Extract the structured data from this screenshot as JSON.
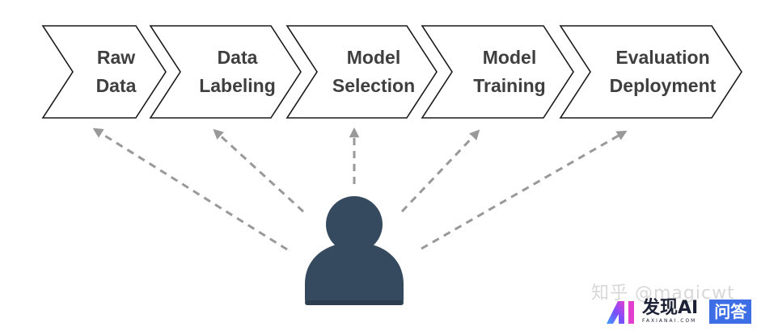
{
  "diagram": {
    "title": "",
    "steps": [
      {
        "id": "raw-data",
        "lines": [
          "Raw",
          "Data"
        ]
      },
      {
        "id": "data-labeling",
        "lines": [
          "Data",
          "Labeling"
        ]
      },
      {
        "id": "model-selection",
        "lines": [
          "Model",
          "Selection"
        ]
      },
      {
        "id": "model-training",
        "lines": [
          "Model",
          "Training"
        ]
      },
      {
        "id": "evaluation-deployment",
        "lines": [
          "Evaluation",
          "Deployment"
        ]
      }
    ],
    "actor": {
      "icon": "person-icon",
      "color": "#354a5f"
    },
    "connections": [
      {
        "from": "actor",
        "to": "raw-data",
        "style": "dashed-arrow"
      },
      {
        "from": "actor",
        "to": "data-labeling",
        "style": "dashed-arrow"
      },
      {
        "from": "actor",
        "to": "model-selection",
        "style": "dashed-arrow"
      },
      {
        "from": "actor",
        "to": "model-training",
        "style": "dashed-arrow"
      },
      {
        "from": "actor",
        "to": "evaluation-deployment",
        "style": "dashed-arrow"
      }
    ],
    "colors": {
      "chevron_stroke": "#1a1a1a",
      "chevron_fill": "#ffffff",
      "text": "#3f3f3f",
      "arrow": "#999999",
      "actor": "#354a5f"
    }
  },
  "watermark": {
    "text": "知乎 @magicwt"
  },
  "brand": {
    "name": "发现AI",
    "domain": "FAXIANAI.COM",
    "badge": "问答",
    "badge_color": "#3e6ee6"
  }
}
